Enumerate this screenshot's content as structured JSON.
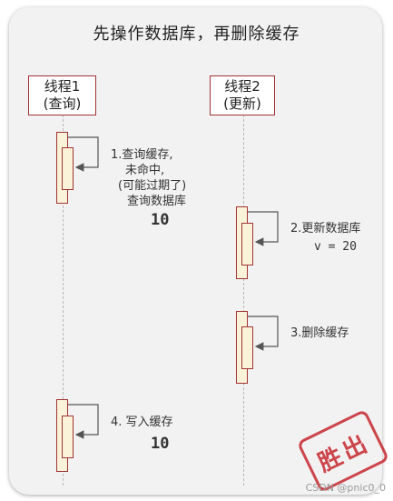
{
  "title": "先操作数据库，再删除缓存",
  "actors": [
    {
      "name": "线程1",
      "sub": "(查询)"
    },
    {
      "name": "线程2",
      "sub": "(更新)"
    }
  ],
  "steps": {
    "s1": [
      "1.查询缓存,",
      "未命中,",
      "(可能过期了)",
      "查询数据库"
    ],
    "s1_value": "10",
    "s2": [
      "2.更新数据库",
      "v = 20"
    ],
    "s3": "3.删除缓存",
    "s4": "4. 写入缓存",
    "s4_value": "10"
  },
  "stamp": "胜出",
  "watermark": "CSDN @pnic0_0"
}
